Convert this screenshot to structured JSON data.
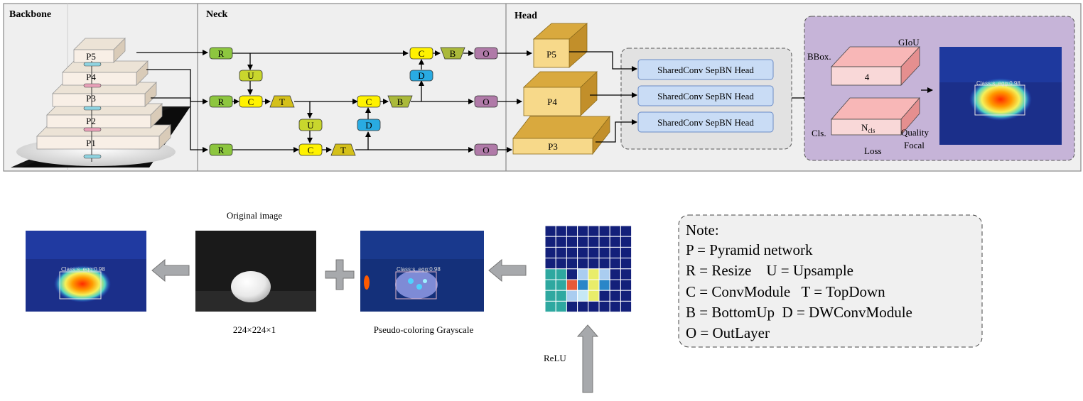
{
  "sections": {
    "backbone": "Backbone",
    "neck": "Neck",
    "head": "Head"
  },
  "backbone": {
    "levels": [
      "P5",
      "P4",
      "P3",
      "P2",
      "P1"
    ]
  },
  "neck": {
    "resize": "R",
    "upsample": "U",
    "conv": "C",
    "topdown": "T",
    "dwconv": "D",
    "bottomup": "B",
    "outlayer": "O"
  },
  "head": {
    "features": [
      "P5",
      "P4",
      "P3"
    ],
    "shared_head_label": "SharedConv SepBN Head"
  },
  "loss_panel": {
    "bbox_label": "BBox.",
    "giou_label": "GIoU",
    "bbox_dim": "4",
    "cls_label": "Cls.",
    "ncls_main": "N",
    "ncls_sub": "cls",
    "quality_label": "Quality",
    "focal_label": "Focal",
    "loss_label": "Loss",
    "detection_text": "Class:s_egg:0.98"
  },
  "bottom": {
    "original_title": "Original image",
    "original_caption": "224×224×1",
    "pseudo_caption": "Pseudo-coloring Grayscale",
    "detection_text": "Class:s_egg:0.98",
    "relu_label": "ReLU"
  },
  "note": {
    "title": "Note:",
    "lines": [
      "P = Pyramid network",
      "R = Resize    U = Upsample",
      "C = ConvModule   T = TopDown",
      "B = BottomUp  D = DWConvModule",
      "O = OutLayer"
    ]
  },
  "colors": {
    "resize": "#8dc63f",
    "upsample": "#c9d62d",
    "conv": "#fff200",
    "topdown": "#d4c01a",
    "bottomup": "#aab93a",
    "dwconv": "#29abe2",
    "outlayer": "#b07aa8",
    "head_block": "#f7d98a",
    "head_top": "#d9a93e",
    "shared_head": "#c9dcf5",
    "loss_bg": "#c6b4d8",
    "pink_block": "#f6a6a6",
    "arrow_gray": "#a7a9ac"
  }
}
